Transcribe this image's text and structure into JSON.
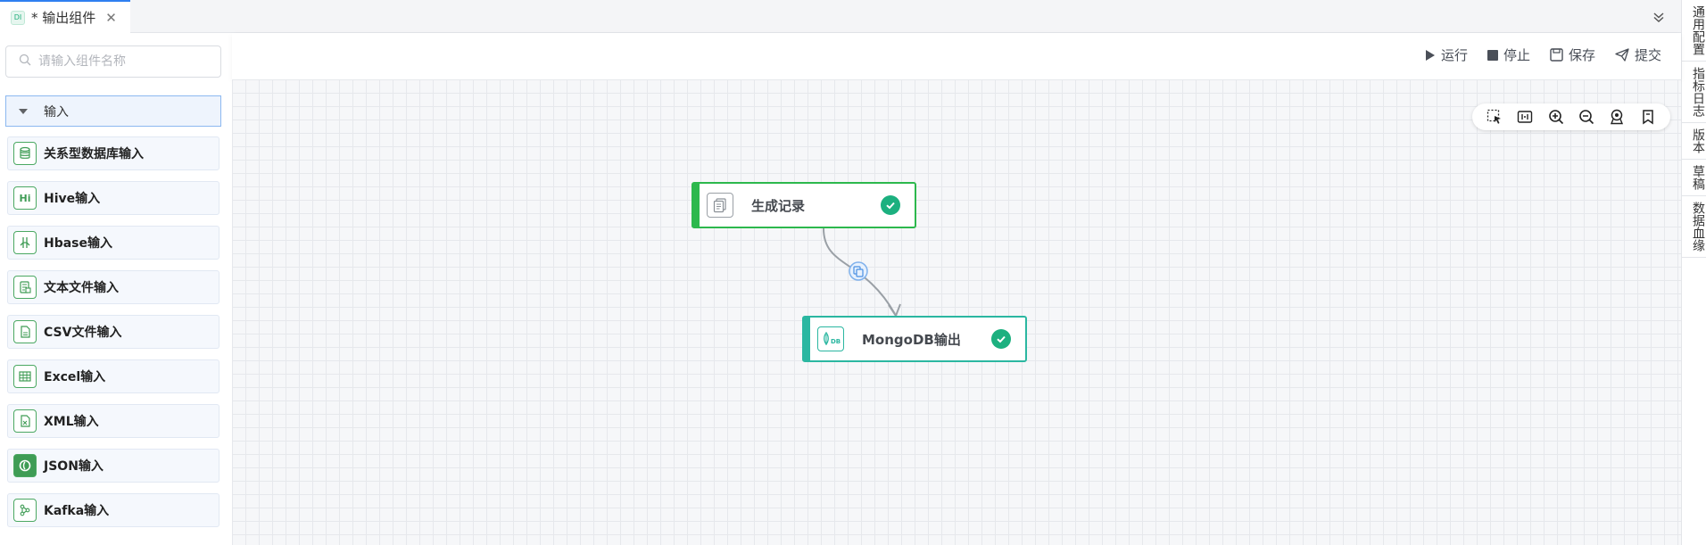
{
  "tab": {
    "badge": "DI",
    "title": "* 输出组件",
    "close": "✕"
  },
  "right_panel": [
    "通用配置",
    "指标日志",
    "版本",
    "草稿",
    "数据血缘"
  ],
  "search": {
    "placeholder": "请输入组件名称"
  },
  "group": {
    "title": "输入"
  },
  "components": [
    {
      "label": "关系型数据库输入",
      "icon": "database-icon"
    },
    {
      "label": "Hive输入",
      "icon": "hive-icon",
      "glyph": "Hi"
    },
    {
      "label": "Hbase输入",
      "icon": "hbase-icon"
    },
    {
      "label": "文本文件输入",
      "icon": "text-file-icon"
    },
    {
      "label": "CSV文件输入",
      "icon": "csv-file-icon"
    },
    {
      "label": "Excel输入",
      "icon": "excel-icon"
    },
    {
      "label": "XML输入",
      "icon": "xml-icon"
    },
    {
      "label": "JSON输入",
      "icon": "json-icon"
    },
    {
      "label": "Kafka输入",
      "icon": "kafka-icon"
    }
  ],
  "toolbar": {
    "run": "运行",
    "stop": "停止",
    "save": "保存",
    "submit": "提交"
  },
  "nodes": {
    "generate": {
      "label": "生成记录",
      "icon": "records-icon"
    },
    "mongo": {
      "label": "MongoDB输出",
      "icon": "mongodb-icon",
      "icon_text": "DB"
    }
  },
  "colors": {
    "accent": "#2f7ff0",
    "node_green": "#2db84d",
    "check": "#1cb07f",
    "palette_icon": "#4ba862"
  }
}
